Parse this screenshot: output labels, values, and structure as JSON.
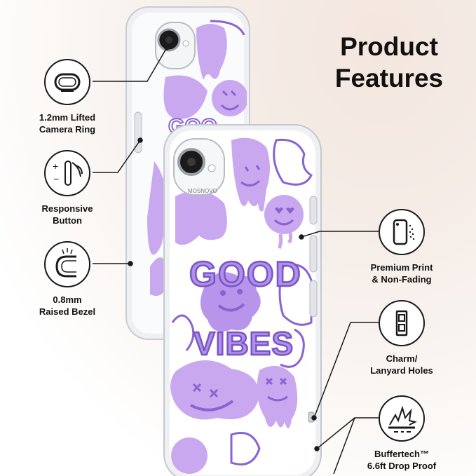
{
  "title": {
    "line1": "Product",
    "line2": "Features"
  },
  "brand": "MOSNOVO",
  "case_text": {
    "word1": "GOOD",
    "word2": "VIBES"
  },
  "features_left": [
    {
      "line1": "1.2mm Lifted",
      "line2": "Camera Ring",
      "icon": "camera-ring-icon"
    },
    {
      "line1": "Responsive",
      "line2": "Button",
      "icon": "responsive-button-icon"
    },
    {
      "line1": "0.8mm",
      "line2": "Raised Bezel",
      "icon": "raised-bezel-icon"
    }
  ],
  "features_right": [
    {
      "line1": "Premium Print",
      "line2": "& Non-Fading",
      "icon": "phone-print-icon"
    },
    {
      "line1": "Charm/",
      "line2": "Lanyard Holes",
      "icon": "lanyard-hole-icon"
    },
    {
      "line1": "Buffertech™",
      "line2": "6.6ft Drop Proof",
      "icon": "impact-icon"
    }
  ],
  "colors": {
    "purple_light": "#c9a8f0",
    "purple_dark": "#8a63d2",
    "outline": "#1a1a1a"
  }
}
